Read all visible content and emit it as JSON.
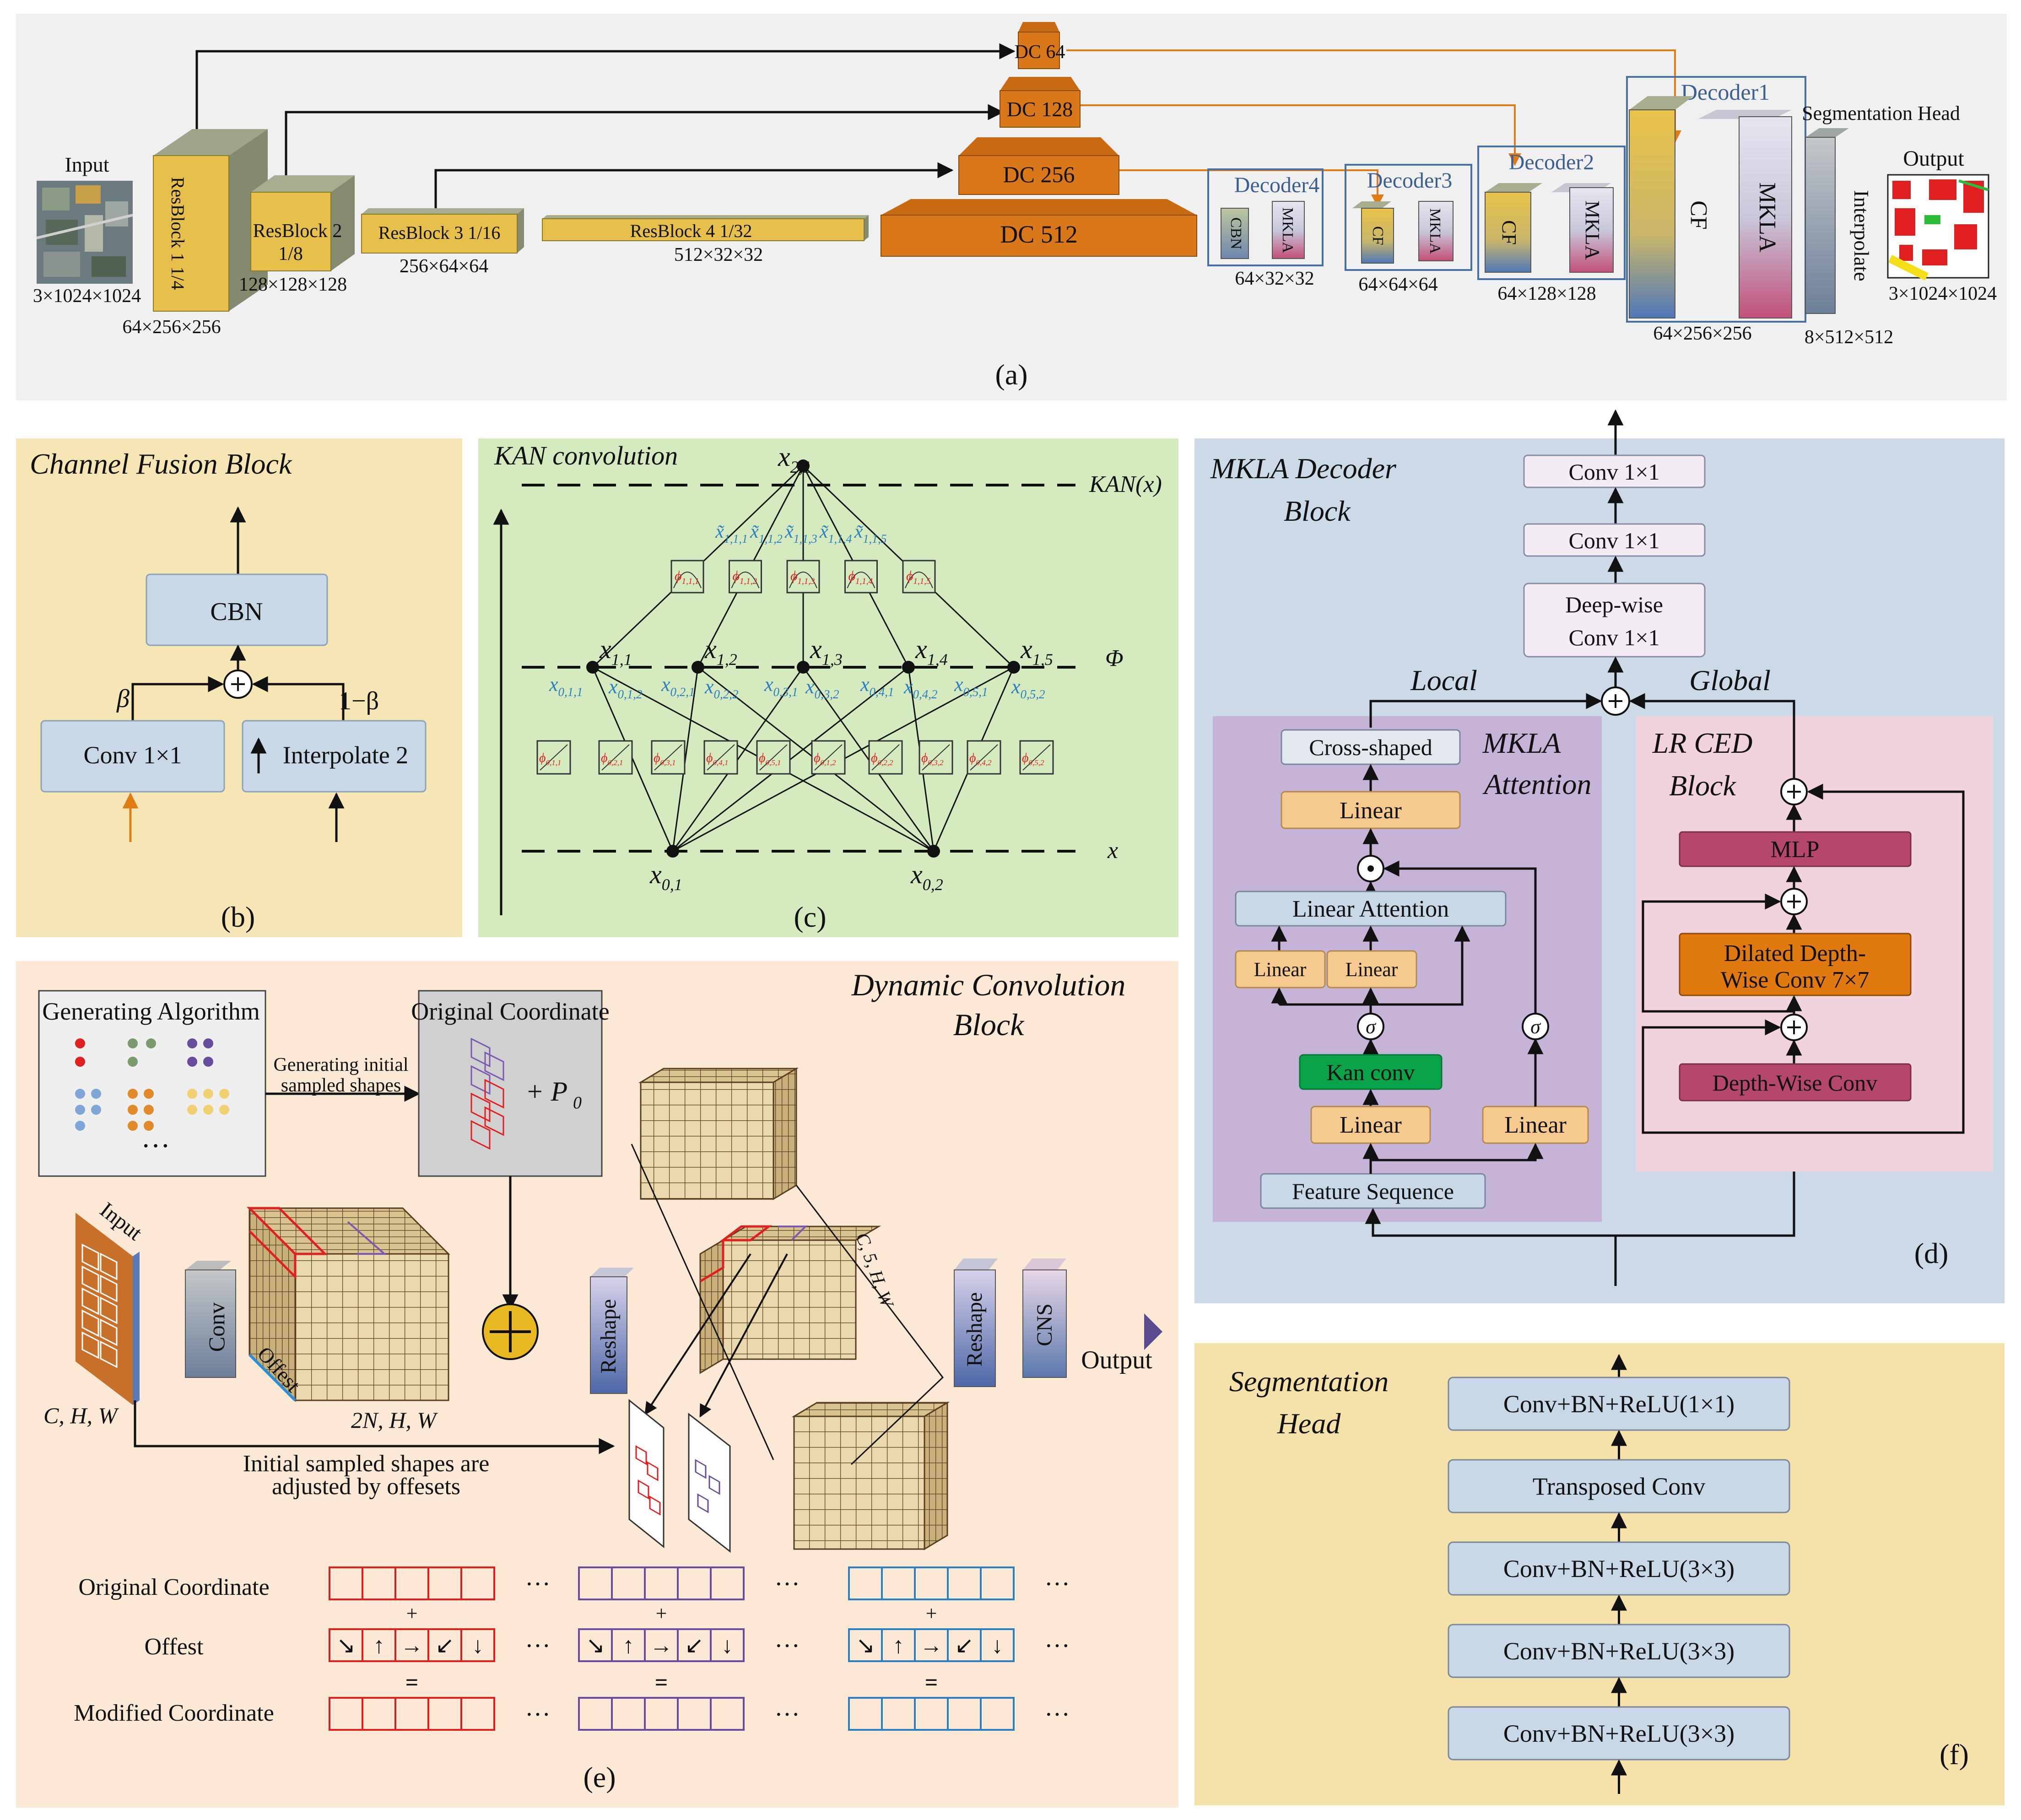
{
  "colors": {
    "panel_a_bg": "#f0f0f0",
    "panel_b_bg": "#f7e6b5",
    "panel_c_bg": "#d5ebbf",
    "panel_d_bg": "#ccd9e6",
    "panel_e_bg": "#fbe9d6",
    "panel_f_bg": "#f5e2aa",
    "mkla_attention_bg": "#c6b4d8",
    "lr_ced_bg": "#f0d3dc",
    "orange_block": "#d9781a",
    "yellow_block": "#e6c04a",
    "arrow_orange": "#e07c16",
    "arrow_green": "#2aa84a",
    "purple_arrow": "#8f7fb8",
    "kan_green": "#0aa34a",
    "mlp_maroon": "#b5476a",
    "dilated_orange": "#e07a10",
    "linear_peach": "#f6c98f",
    "box_lightblue": "#c9d8e6",
    "cross_box": "#e3e8ef",
    "conv_box": "#f3ecf4",
    "red": "#e02020",
    "purple": "#6a4c9c",
    "blue": "#2b7fc0"
  },
  "panel_a": {
    "label": "(a)",
    "input_label": "Input",
    "input_dims": "3×1024×1024",
    "resblock1": "ResBlock 1 1/4",
    "resblock1_dims": "64×256×256",
    "resblock2": "ResBlock 2",
    "resblock2_scale": "1/8",
    "resblock2_dims": "128×128×128",
    "resblock3": "ResBlock 3 1/16",
    "resblock3_dims": "256×64×64",
    "resblock4": "ResBlock 4 1/32",
    "resblock4_dims": "512×32×32",
    "dc64": "DC 64",
    "dc128": "DC 128",
    "dc256": "DC 256",
    "dc512": "DC 512",
    "decoder4": "Decoder4",
    "decoder3": "Decoder3",
    "decoder2": "Decoder2",
    "decoder1": "Decoder1",
    "cbn": "CBN",
    "mkla": "MKLA",
    "cf": "CF",
    "dec4_dims": "64×32×32",
    "dec3_dims": "64×64×64",
    "dec2_dims": "64×128×128",
    "dec1_dims": "64×256×256",
    "seg_head": "Segmentation Head",
    "interpolate": "Interpolate",
    "seg_dims": "8×512×512",
    "output_label": "Output",
    "output_dims": "3×1024×1024"
  },
  "panel_b": {
    "label": "(b)",
    "title": "Channel Fusion Block",
    "cbn": "CBN",
    "conv": "Conv 1×1",
    "interp": "Interpolate 2",
    "beta": "β",
    "one_minus_beta": "1−β"
  },
  "panel_c": {
    "label": "(c)",
    "title": "KAN convolution",
    "kanx": "KAN(x)",
    "phi": "Φ",
    "x": "x",
    "top_node": "x",
    "top_node_sub": "2,1",
    "mid_nodes": [
      {
        "base": "x",
        "sub": "1,1"
      },
      {
        "base": "x",
        "sub": "1,2"
      },
      {
        "base": "x",
        "sub": "1,3"
      },
      {
        "base": "x",
        "sub": "1,4"
      },
      {
        "base": "x",
        "sub": "1,5"
      }
    ],
    "bottom_nodes": [
      {
        "base": "x",
        "sub": "0,1"
      },
      {
        "base": "x",
        "sub": "0,2"
      }
    ],
    "upper_edge_labels": [
      {
        "base": "x̃",
        "sub": "1,1,1"
      },
      {
        "base": "x̃",
        "sub": "1,1,2"
      },
      {
        "base": "x̃",
        "sub": "1,1,3"
      },
      {
        "base": "x̃",
        "sub": "1,1,4"
      },
      {
        "base": "x̃",
        "sub": "1,1,5"
      }
    ],
    "upper_phis": [
      {
        "base": "ϕ",
        "sub": "1,1,1"
      },
      {
        "base": "ϕ",
        "sub": "1,1,2"
      },
      {
        "base": "ϕ",
        "sub": "1,1,3"
      },
      {
        "base": "ϕ",
        "sub": "1,1,4"
      },
      {
        "base": "ϕ",
        "sub": "1,1,5"
      }
    ],
    "lower_edge_labels": [
      {
        "base": "x",
        "sub": "0,1,1"
      },
      {
        "base": "x",
        "sub": "0,1,2"
      },
      {
        "base": "x",
        "sub": "0,2,1"
      },
      {
        "base": "x",
        "sub": "0,2,2"
      },
      {
        "base": "x",
        "sub": "0,3,1"
      },
      {
        "base": "x",
        "sub": "0,3,2"
      },
      {
        "base": "x",
        "sub": "0,4,1"
      },
      {
        "base": "x",
        "sub": "0,4,2"
      },
      {
        "base": "x",
        "sub": "0,5,1"
      },
      {
        "base": "x",
        "sub": "0,5,2"
      }
    ],
    "lower_phis": [
      {
        "base": "ϕ",
        "sub": "0,1,1"
      },
      {
        "base": "ϕ",
        "sub": "0,2,1"
      },
      {
        "base": "ϕ",
        "sub": "0,3,1"
      },
      {
        "base": "ϕ",
        "sub": "0,4,1"
      },
      {
        "base": "ϕ",
        "sub": "0,5,1"
      },
      {
        "base": "ϕ",
        "sub": "0,1,2"
      },
      {
        "base": "ϕ",
        "sub": "0,2,2"
      },
      {
        "base": "ϕ",
        "sub": "0,3,2"
      },
      {
        "base": "ϕ",
        "sub": "0,4,2"
      },
      {
        "base": "ϕ",
        "sub": "0,5,2"
      }
    ]
  },
  "panel_d": {
    "label": "(d)",
    "title_line1": "MKLA Decoder",
    "title_line2": "Block",
    "conv1": "Conv 1×1",
    "conv2": "Conv 1×1",
    "deepwise_line1": "Deep-wise",
    "deepwise_line2": "Conv 1×1",
    "local": "Local",
    "global": "Global",
    "mkla_att_line1": "MKLA",
    "mkla_att_line2": "Attention",
    "cross": "Cross-shaped",
    "linear_top": "Linear",
    "linear_attention": "Linear Attention",
    "linear_small1": "Linear",
    "linear_small2": "Linear",
    "sigma": "σ",
    "kan_conv": "Kan conv",
    "linear_left": "Linear",
    "linear_right": "Linear",
    "feature_seq": "Feature Sequence",
    "lr_line1": "LR CED",
    "lr_line2": "Block",
    "mlp": "MLP",
    "dilated_line1": "Dilated Depth-",
    "dilated_line2": "Wise Conv 7×7",
    "depthwise": "Depth-Wise Conv"
  },
  "panel_e": {
    "label": "(e)",
    "title_line1": "Dynamic Convolution",
    "title_line2": "Block",
    "gen_alg": "Generating Algorithm",
    "ellipsis": "···",
    "gen_arrow_line1": "Generating initial",
    "gen_arrow_line2": "sampled shapes",
    "orig_coord": "Original Coordinate",
    "plus_p0": "+ P",
    "p0_sub": "0",
    "input": "Input",
    "chw": "C, H, W",
    "conv": "Conv",
    "offest_rot": "Offest",
    "two_n": "2N, H, W",
    "reshape1": "Reshape",
    "c5hw": "C, 5, H, W",
    "reshape2": "Reshape",
    "cns": "CNS",
    "output": "Output",
    "adjust_line1": "Initial sampled shapes are",
    "adjust_line2": "adjusted by offesets",
    "row_orig": "Original Coordinate",
    "row_offest": "Offest",
    "row_modified": "Modified Coordinate",
    "plus": "+",
    "equals": "=",
    "arrows": [
      "↘",
      "↑",
      "→",
      "↙",
      "↓"
    ]
  },
  "panel_f": {
    "label": "(f)",
    "title_line1": "Segmentation",
    "title_line2": "Head",
    "boxes": [
      "Conv+BN+ReLU(1×1)",
      "Transposed Conv",
      "Conv+BN+ReLU(3×3)",
      "Conv+BN+ReLU(3×3)",
      "Conv+BN+ReLU(3×3)"
    ]
  }
}
